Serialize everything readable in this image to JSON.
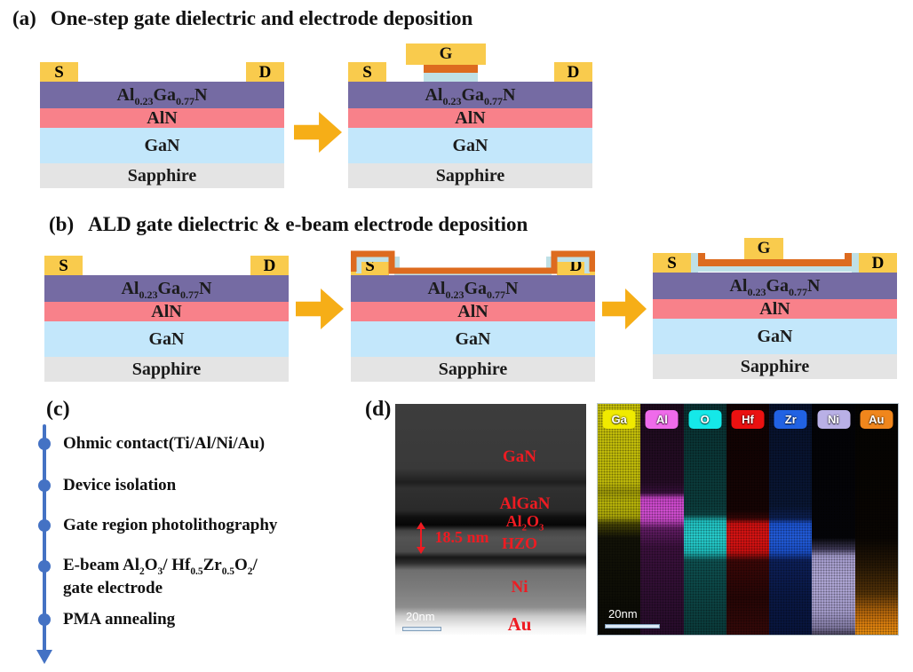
{
  "panel_a": {
    "label": "(a)",
    "title": "One-step gate dielectric and electrode deposition"
  },
  "panel_b": {
    "label": "(b)",
    "title": "ALD gate dielectric & e-beam electrode deposition"
  },
  "contacts": {
    "source": "S",
    "drain": "D",
    "gate": "G"
  },
  "layers": {
    "algan": "Al~0.23~Ga~0.77~N",
    "aln": "AlN",
    "gan": "GaN",
    "sapphire": "Sapphire"
  },
  "panel_c": {
    "label": "(c)",
    "steps": [
      "Ohmic contact(Ti/Al/Ni/Au)",
      "Device isolation",
      "Gate region photolithography",
      "E-beam Al~2~O~3~/ Hf~0.5~Zr~0.5~O~2~/\ngate electrode",
      "PMA annealing"
    ]
  },
  "panel_d": {
    "label": "(d)",
    "tem": {
      "region_labels": {
        "gan": "GaN",
        "algan": "AlGaN",
        "al2o3": "Al~2~O~3~",
        "hzo": "HZO",
        "ni": "Ni",
        "au": "Au"
      },
      "thickness": "18.5 nm",
      "scale": "20nm"
    },
    "eds": {
      "scale": "20nm",
      "elements": [
        {
          "symbol": "Ga",
          "color": "#f0ea00"
        },
        {
          "symbol": "Al",
          "color": "#ef6bea"
        },
        {
          "symbol": "O",
          "color": "#15e8e8"
        },
        {
          "symbol": "Hf",
          "color": "#ea1111"
        },
        {
          "symbol": "Zr",
          "color": "#2162e3"
        },
        {
          "symbol": "Ni",
          "color": "#b9b0e6"
        },
        {
          "symbol": "Au",
          "color": "#f0861c"
        }
      ]
    }
  },
  "colors": {
    "contact_pad_yellow": "#f9cb4d",
    "algan_purple": "#756ba3",
    "aln_pink": "#f8818a",
    "gan_blue": "#c3e7fb",
    "sapphire_gray": "#e4e4e4",
    "dielectric_teal": "#bfe0e6",
    "gate_metal_orange": "#dd6b1f",
    "flow_arrow_gold": "#f6ae17",
    "timeline_blue": "#4472c4",
    "annotation_red": "#ee1b22"
  }
}
